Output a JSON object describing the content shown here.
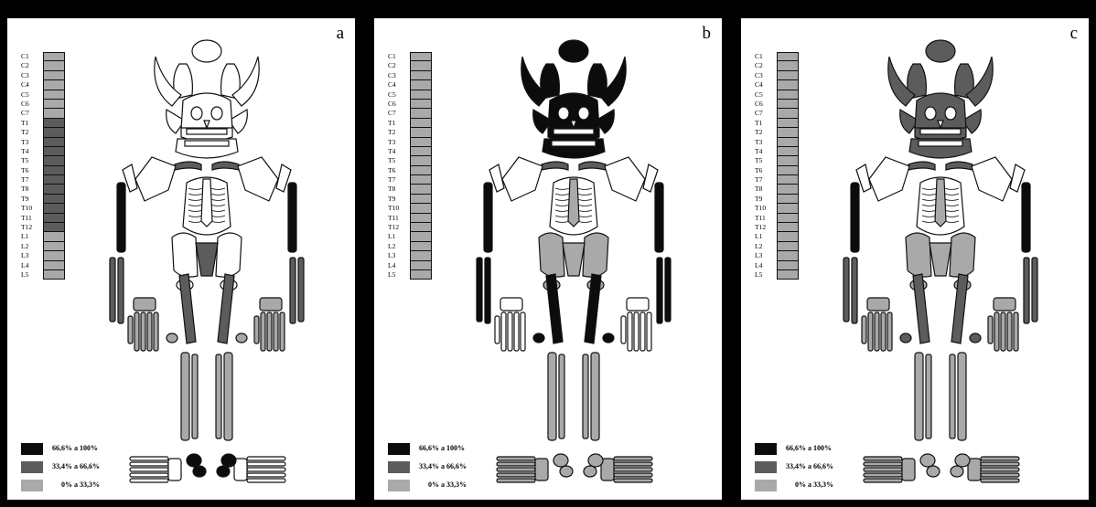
{
  "colors": {
    "high": "#0c0c0c",
    "mid": "#5c5c5c",
    "low": "#a9a9a9",
    "none": "#ffffff",
    "outline": "#111111"
  },
  "vertebrae_labels": [
    "C1",
    "C2",
    "C3",
    "C4",
    "C5",
    "C6",
    "C7",
    "T1",
    "T2",
    "T3",
    "T4",
    "T5",
    "T6",
    "T7",
    "T8",
    "T9",
    "T10",
    "T11",
    "T12",
    "L1",
    "L2",
    "L3",
    "L4",
    "L5"
  ],
  "legend": [
    {
      "level": "high",
      "label": "66,6% a 100%"
    },
    {
      "level": "mid",
      "label": "33,4% a 66,6%"
    },
    {
      "level": "low",
      "label": "0% a 33,3%"
    }
  ],
  "panels": [
    {
      "letter": "a",
      "vertebrae": [
        "low",
        "low",
        "low",
        "low",
        "low",
        "low",
        "low",
        "mid",
        "mid",
        "mid",
        "mid",
        "mid",
        "mid",
        "mid",
        "mid",
        "mid",
        "mid",
        "mid",
        "mid",
        "low",
        "low",
        "low",
        "low",
        "low"
      ],
      "regions": {
        "skull": "none",
        "clavicle": "mid",
        "scapula": "none",
        "sternum": "none",
        "ribs": "none",
        "humerus": "high",
        "forearm": "mid",
        "pelvis": "none",
        "sacrum": "mid",
        "femur": "mid",
        "tibia": "low",
        "hand": "low",
        "patella": "low",
        "foot": "none",
        "calcaneus": "high"
      }
    },
    {
      "letter": "b",
      "vertebrae": [
        "low",
        "low",
        "low",
        "low",
        "low",
        "low",
        "low",
        "low",
        "low",
        "low",
        "low",
        "low",
        "low",
        "low",
        "low",
        "low",
        "low",
        "low",
        "low",
        "low",
        "low",
        "low",
        "low",
        "low"
      ],
      "regions": {
        "skull": "high",
        "clavicle": "mid",
        "scapula": "none",
        "sternum": "low",
        "ribs": "none",
        "humerus": "high",
        "forearm": "high",
        "pelvis": "low",
        "sacrum": "low",
        "femur": "high",
        "tibia": "low",
        "hand": "none",
        "patella": "high",
        "foot": "low",
        "calcaneus": "low"
      }
    },
    {
      "letter": "c",
      "vertebrae": [
        "low",
        "low",
        "low",
        "low",
        "low",
        "low",
        "low",
        "low",
        "low",
        "low",
        "low",
        "low",
        "low",
        "low",
        "low",
        "low",
        "low",
        "low",
        "low",
        "low",
        "low",
        "low",
        "low",
        "low"
      ],
      "regions": {
        "skull": "mid",
        "clavicle": "mid",
        "scapula": "none",
        "sternum": "low",
        "ribs": "none",
        "humerus": "high",
        "forearm": "mid",
        "pelvis": "low",
        "sacrum": "low",
        "femur": "mid",
        "tibia": "low",
        "hand": "low",
        "patella": "mid",
        "foot": "low",
        "calcaneus": "low"
      }
    }
  ]
}
